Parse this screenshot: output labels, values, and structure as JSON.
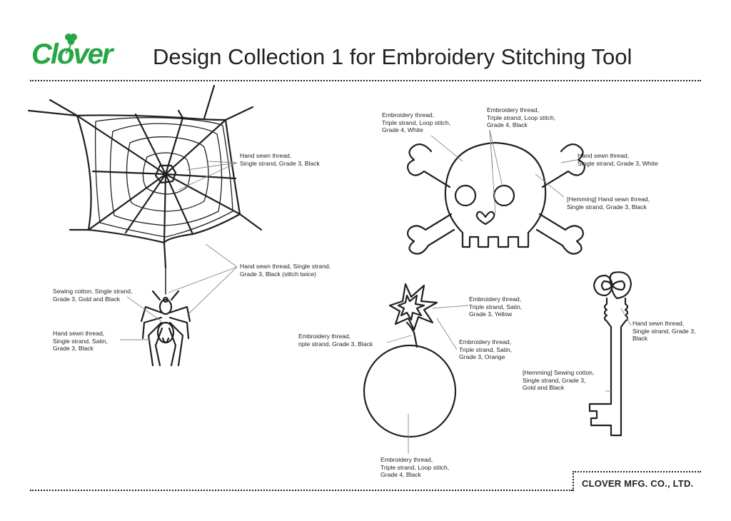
{
  "logo": {
    "text": "Clover"
  },
  "title": "Design Collection 1 for Embroidery Stitching Tool",
  "company": "CLOVER MFG. CO., LTD.",
  "labels": {
    "web_thread": "Hand sewn thread,\nSingle strand, Grade 3, Black",
    "web_twice": "Hand sewn thread, Single strand,\nGrade 3, Black (stitch twice)",
    "spider_gold": "Sewing cotton, Single strand,\nGrade 3, Gold and Black",
    "spider_satin": "Hand sewn thread,\nSingle strand, Satin,\nGrade 3, Black",
    "skull_white": "Embroidery thread,\nTriple strand, Loop stitch,\nGrade 4, White",
    "skull_black": "Embroidery thread,\nTriple strand, Loop stitch,\nGrade 4, Black",
    "bones_white": "Hand sewn thread,\nSingle strand, Grade 3, White",
    "bones_hemming": "[Hemming] Hand sewn thread,\nSingle strand, Grade 3, Black",
    "spark_yellow": "Embroidery thread,\nTriple strand, Satin,\nGrade 3, Yellow",
    "spark_orange": "Embroidery thread,\nTriple strand, Satin,\nGrade 3, Orange",
    "fuse_black": "Embroidery thread,\nriple strand, Grade 3, Black",
    "bomb_black": "Embroidery thread,\nTriple strand, Loop stitch,\nGrade 4, Black",
    "key_thread": "Hand sewn thread,\nSingle strand, Grade 3,\nBlack",
    "key_hemming": "[Hemming] Sewing cotton,\nSingle strand, Grade 3,\nGold and Black"
  },
  "colors": {
    "brand_green": "#26a644",
    "ink": "#231f20",
    "leader": "#8a8a8a"
  }
}
